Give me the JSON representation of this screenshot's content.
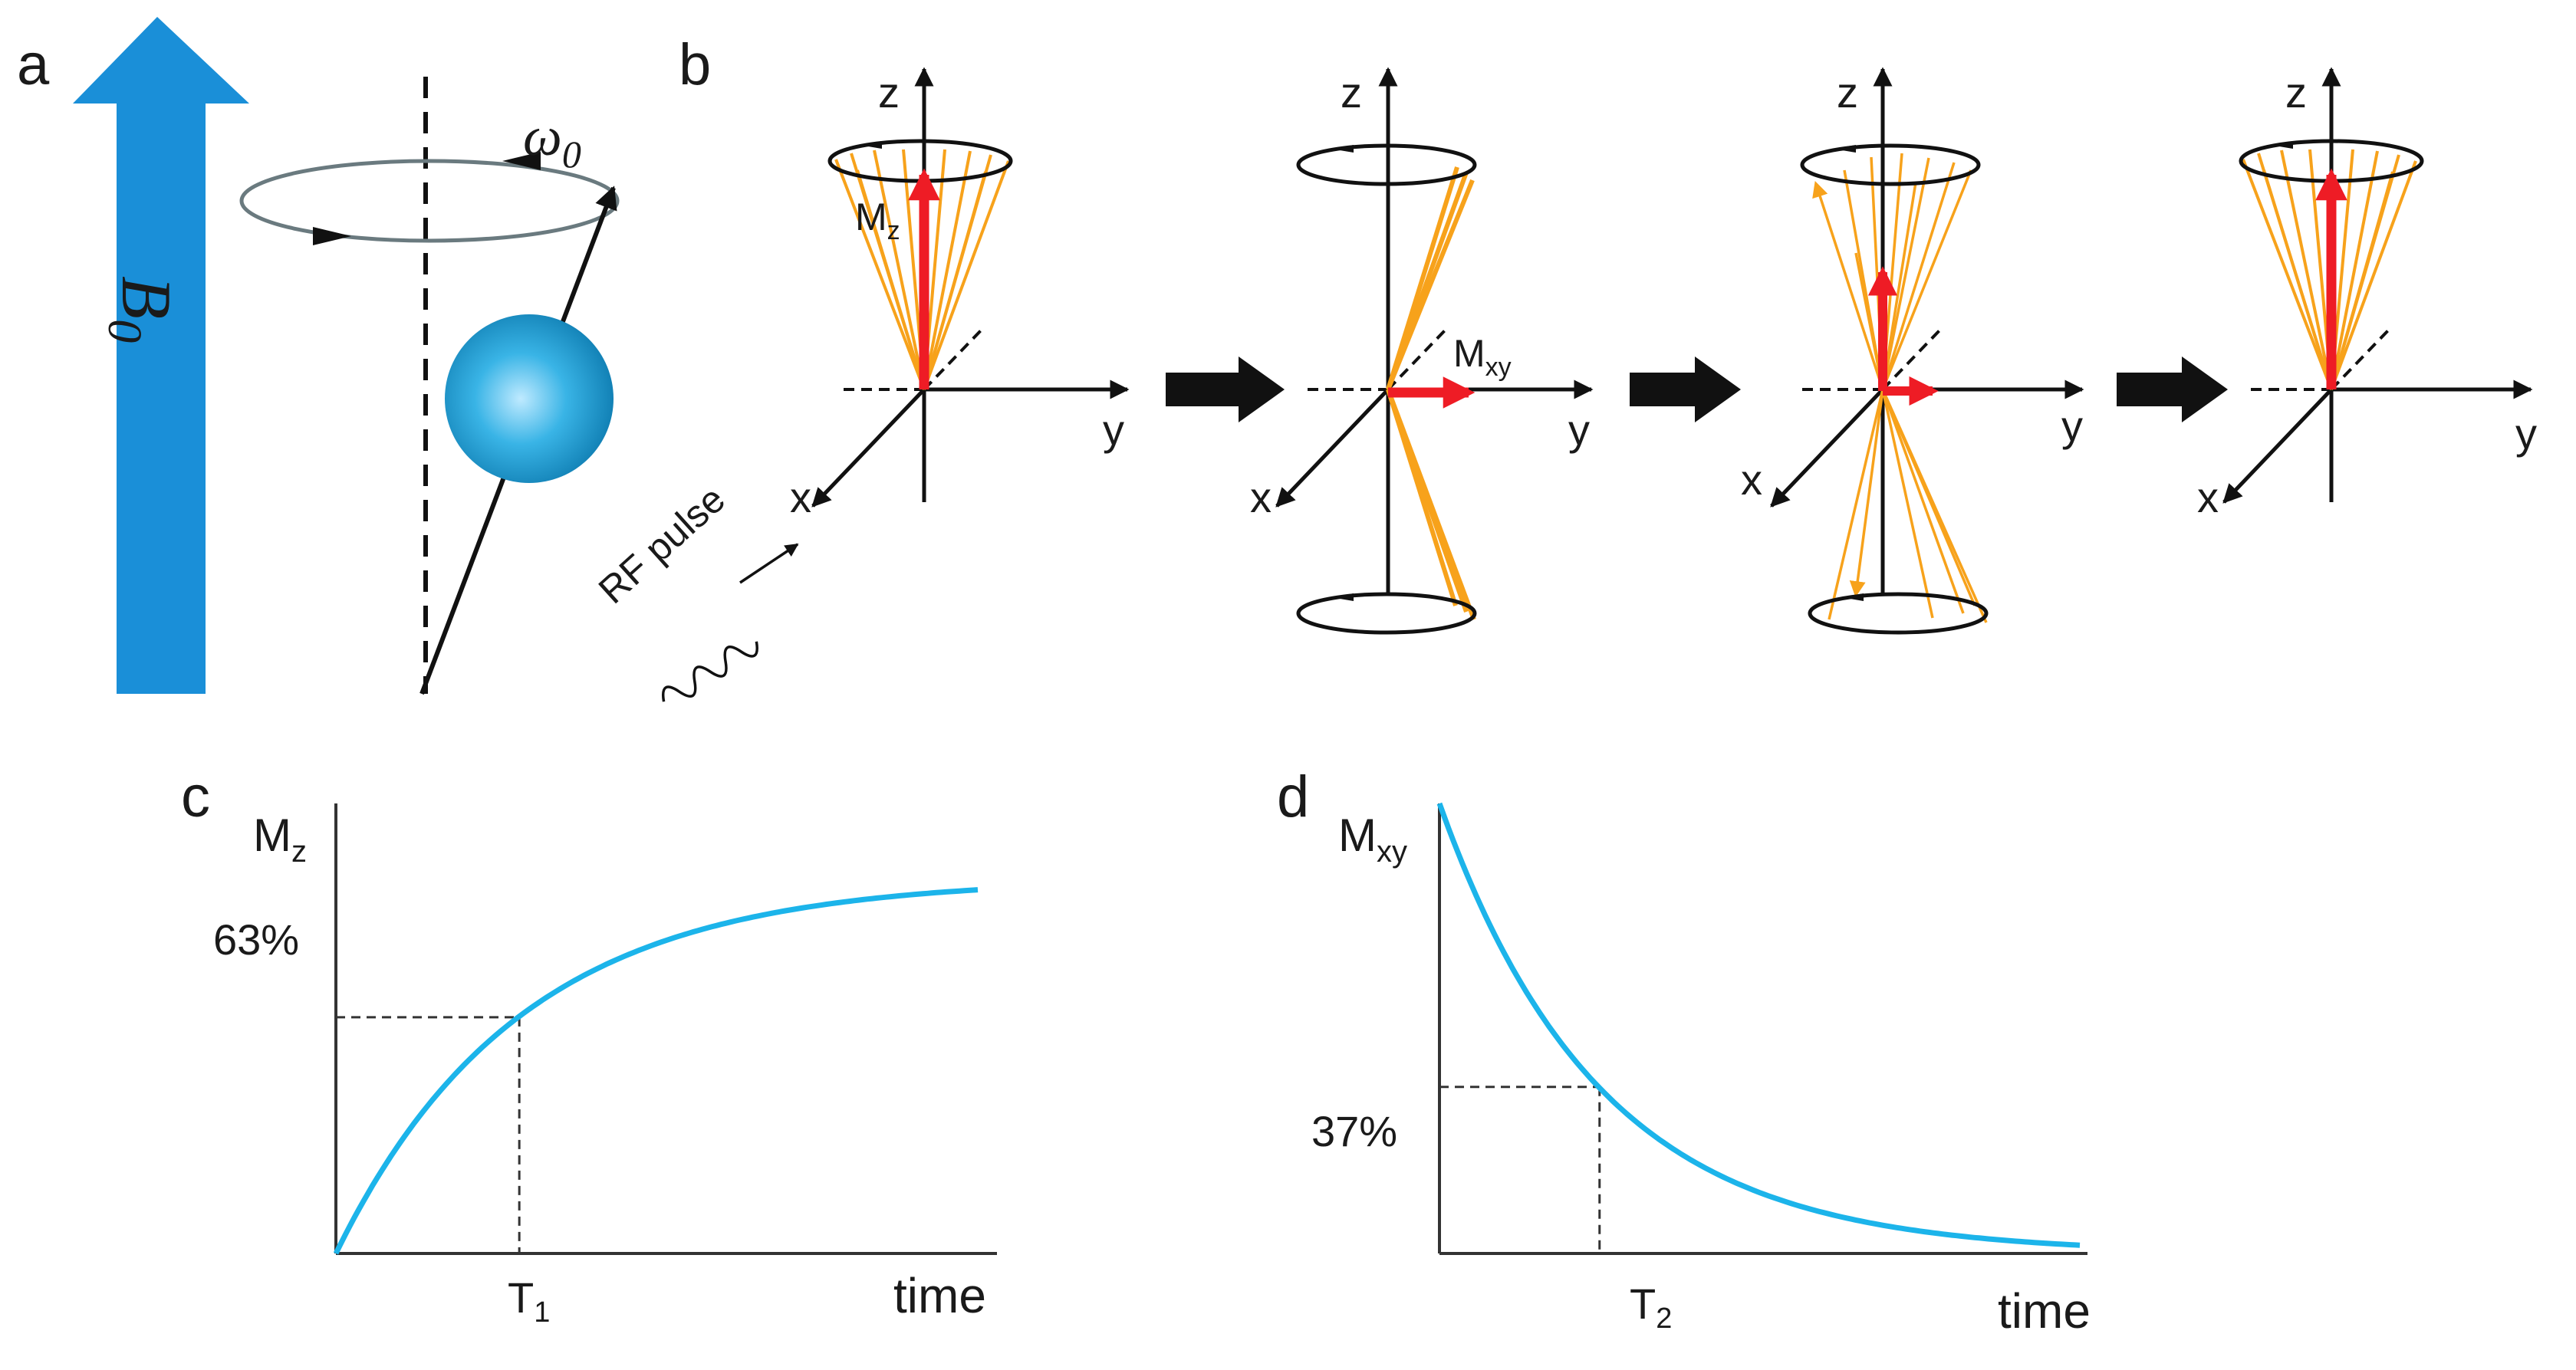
{
  "panel_labels": {
    "a": "a",
    "b": "b",
    "c": "c",
    "d": "d"
  },
  "panel_a": {
    "field_label": "B",
    "field_subscript": "0",
    "freq_label": "ω",
    "freq_subscript": "0"
  },
  "panel_b": {
    "axis_z": "z",
    "axis_y": "y",
    "axis_x": "x",
    "mz_label": "M",
    "mz_subscript": "z",
    "mxy_label": "M",
    "mxy_subscript": "xy",
    "rf_label": "RF pulse"
  },
  "chart_data": [
    {
      "type": "line",
      "panel": "c",
      "ylabel": "M",
      "ylabel_subscript": "z",
      "xlabel": "time",
      "marker_y_label": "63%",
      "marker_x_label": "T",
      "marker_x_subscript": "1",
      "series": [
        {
          "function": "1 - exp(-t/T1)",
          "x": [
            0,
            0.5,
            1,
            1.5,
            2,
            2.5,
            3,
            3.5
          ],
          "values": [
            0,
            39,
            63,
            78,
            86,
            92,
            95,
            97
          ]
        }
      ],
      "marker": {
        "x": 1,
        "y": 63
      },
      "xlim": [
        0,
        3.5
      ],
      "ylim": [
        0,
        120
      ]
    },
    {
      "type": "line",
      "panel": "d",
      "ylabel": "M",
      "ylabel_subscript": "xy",
      "xlabel": "time",
      "marker_y_label": "37%",
      "marker_x_label": "T",
      "marker_x_subscript": "2",
      "series": [
        {
          "function": "exp(-t/T2)",
          "x": [
            0,
            0.5,
            1,
            1.5,
            2,
            2.5,
            3,
            3.5,
            4
          ],
          "values": [
            100,
            61,
            37,
            22,
            14,
            8,
            5,
            3,
            2
          ]
        }
      ],
      "marker": {
        "x": 1,
        "y": 37
      },
      "xlim": [
        0,
        4
      ],
      "ylim": [
        0,
        100
      ]
    }
  ]
}
